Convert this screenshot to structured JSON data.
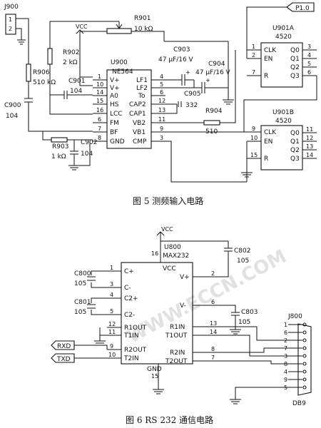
{
  "fig5": {
    "caption": "图 5   测频输入电路",
    "j900": "J900",
    "p10": "P1.0",
    "vcc": "VCC",
    "r901": {
      "name": "R901",
      "value": "10 kΩ"
    },
    "r902": {
      "name": "R902",
      "value": "2 kΩ"
    },
    "r906": {
      "name": "R906",
      "value": "510 kΩ"
    },
    "r903": {
      "name": "R903",
      "value": "1 kΩ"
    },
    "r904": {
      "name": "R904",
      "value": "510"
    },
    "c900": {
      "name": "C900",
      "value": "104"
    },
    "c901": {
      "name": "C901",
      "value": "104"
    },
    "c902": {
      "name": "C902",
      "value": "104"
    },
    "c903": {
      "name": "C903",
      "value": "47 μF/16 V"
    },
    "c904": {
      "name": "C904",
      "value": "47 μF/16 V"
    },
    "c905": {
      "name": "C905",
      "value": "332"
    },
    "u900": {
      "name": "U900",
      "part": "NE564",
      "left_pins": [
        {
          "num": "1",
          "label": "V+"
        },
        {
          "num": "10",
          "label": "V+"
        },
        {
          "num": "14",
          "label": "A0"
        },
        {
          "num": "15",
          "label": "HS"
        },
        {
          "num": "16",
          "label": "LCC"
        },
        {
          "num": "6",
          "label": "FM"
        },
        {
          "num": "7",
          "label": "BF"
        },
        {
          "num": "8",
          "label": "GND"
        }
      ],
      "right_pins": [
        {
          "num": "4",
          "label": "LF1"
        },
        {
          "num": "5",
          "label": "LF2"
        },
        {
          "num": "6",
          "label": "To"
        },
        {
          "num": "12",
          "label": "CAP2"
        },
        {
          "num": "13",
          "label": "CAP1"
        },
        {
          "num": "11",
          "label": "VB2"
        },
        {
          "num": "9",
          "label": "VB1"
        },
        {
          "num": "3",
          "label": "CMP"
        }
      ]
    },
    "u901a": {
      "name": "U901A",
      "part": "4520",
      "left_pins": [
        {
          "num": "1",
          "label": "CLK"
        },
        {
          "num": "2",
          "label": "EN"
        },
        {
          "num": "7",
          "label": "R"
        }
      ],
      "right_pins": [
        {
          "num": "3",
          "label": "Q0"
        },
        {
          "num": "4",
          "label": "Q1"
        },
        {
          "num": "5",
          "label": "Q2"
        },
        {
          "num": "6",
          "label": "Q3"
        }
      ]
    },
    "u901b": {
      "name": "U901B",
      "part": "4520",
      "left_pins": [
        {
          "num": "9",
          "label": "CLK"
        },
        {
          "num": "10",
          "label": "EN"
        },
        {
          "num": "15",
          "label": "R"
        }
      ],
      "right_pins": [
        {
          "num": "11",
          "label": "Q0"
        },
        {
          "num": "12",
          "label": "Q1"
        },
        {
          "num": "13",
          "label": "Q2"
        },
        {
          "num": "14",
          "label": "Q3"
        }
      ]
    },
    "j900_pins": [
      "1",
      "2"
    ]
  },
  "fig6": {
    "caption": "图 6   RS 232 通信电路",
    "vcc": "VCC",
    "u800": {
      "name": "U800",
      "part": "MAX232",
      "left_pins": [
        {
          "num": "1",
          "label": "C+"
        },
        {
          "num": "3",
          "label": "C-"
        },
        {
          "num": "4",
          "label": "C2+"
        },
        {
          "num": "5",
          "label": "C2-"
        },
        {
          "num": "12",
          "label": "R1OUT"
        },
        {
          "num": "11",
          "label": "T1IN"
        },
        {
          "num": "9",
          "label": "R2OUT"
        },
        {
          "num": "10",
          "label": "T2IN"
        }
      ],
      "right_pins": [
        {
          "num": "16",
          "label": "VCC"
        },
        {
          "num": "2",
          "label": "V+"
        },
        {
          "num": "6",
          "label": "V-"
        },
        {
          "num": "13",
          "label": "R1IN"
        },
        {
          "num": "14",
          "label": "T1OUT"
        },
        {
          "num": "8",
          "label": "R2IN"
        },
        {
          "num": "7",
          "label": "T2OUT"
        },
        {
          "num": "15",
          "label": "GND"
        }
      ]
    },
    "c800": {
      "name": "C800",
      "value": "105"
    },
    "c801": {
      "name": "C801",
      "value": "105"
    },
    "c802": {
      "name": "C802",
      "value": "105"
    },
    "c803": {
      "name": "C803",
      "value": "105"
    },
    "rxd": "RXD",
    "txd": "TXD",
    "j800": {
      "name": "J800",
      "type": "DB9",
      "pins": [
        "1",
        "6",
        "2",
        "7",
        "3",
        "8",
        "4",
        "9",
        "5"
      ]
    }
  },
  "watermark": "WWW.ECCN.COM"
}
